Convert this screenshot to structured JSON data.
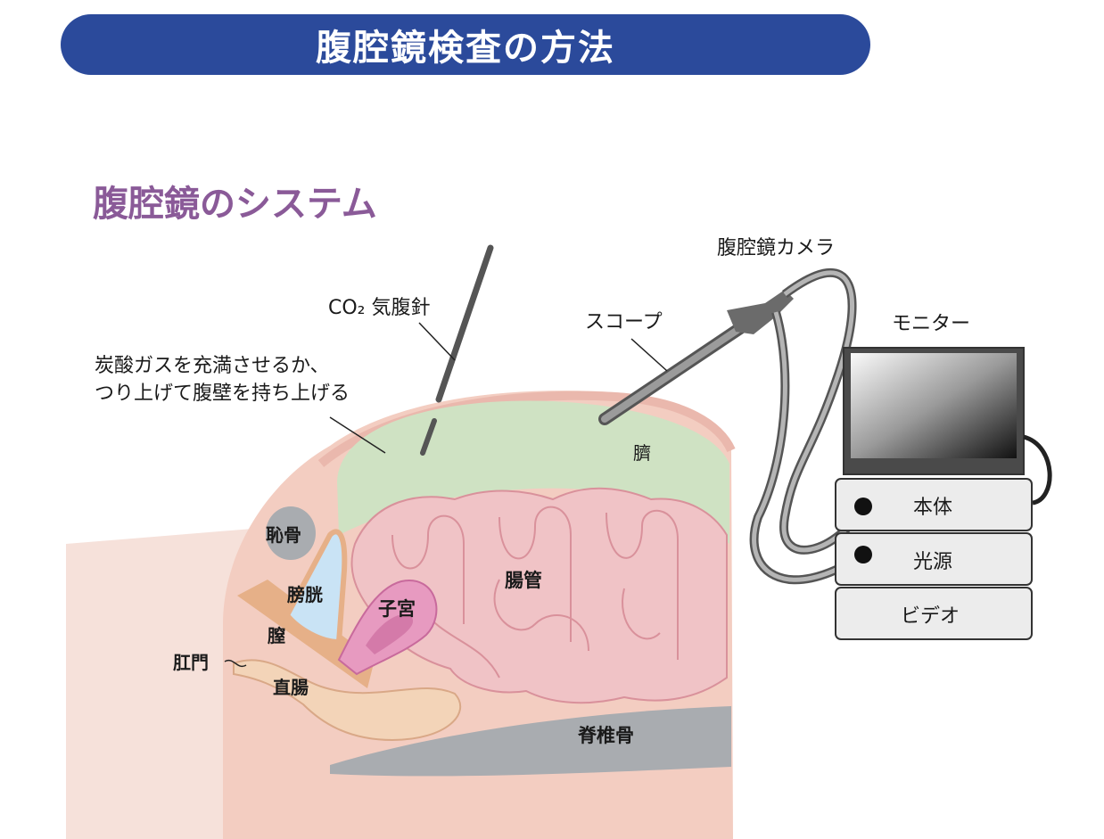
{
  "banner": {
    "title": "腹腔鏡検査の方法"
  },
  "section": {
    "title": "腹腔鏡のシステム"
  },
  "labels": {
    "co2_needle": "CO₂ 気腹針",
    "lift_note_line1": "炭酸ガスを充満させるか、",
    "lift_note_line2": "つり上げて腹壁を持ち上げる",
    "scope": "スコープ",
    "camera": "腹腔鏡カメラ",
    "monitor": "モニター",
    "navel": "臍",
    "pubic_bone": "恥骨",
    "bladder": "膀胱",
    "uterus": "子宮",
    "intestine": "腸管",
    "vagina": "膣",
    "anus": "肛門",
    "rectum": "直腸",
    "spine": "脊椎骨"
  },
  "units": [
    {
      "label": "本体"
    },
    {
      "label": "光源"
    },
    {
      "label": "ビデオ"
    }
  ],
  "colors": {
    "banner": "#2b4a9b",
    "section_title": "#8a5a98",
    "skin": "#f6e1da",
    "body_fill": "#f3cdc1",
    "abdomen_gas": "#cfe2c3",
    "intestine": "#f0c3c6",
    "uterus": "#e79ac0",
    "bladder": "#c9e3f5",
    "bone": "#a9acb0",
    "rectum": "#f3d4b8"
  }
}
